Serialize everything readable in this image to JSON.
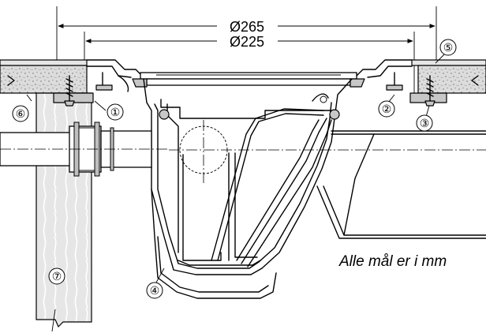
{
  "dimensions": {
    "outer": "Ø265",
    "inner": "Ø225"
  },
  "note": "Alle mål er i mm",
  "callouts": [
    "①",
    "②",
    "③",
    "④",
    "⑤",
    "⑥",
    "⑦"
  ]
}
